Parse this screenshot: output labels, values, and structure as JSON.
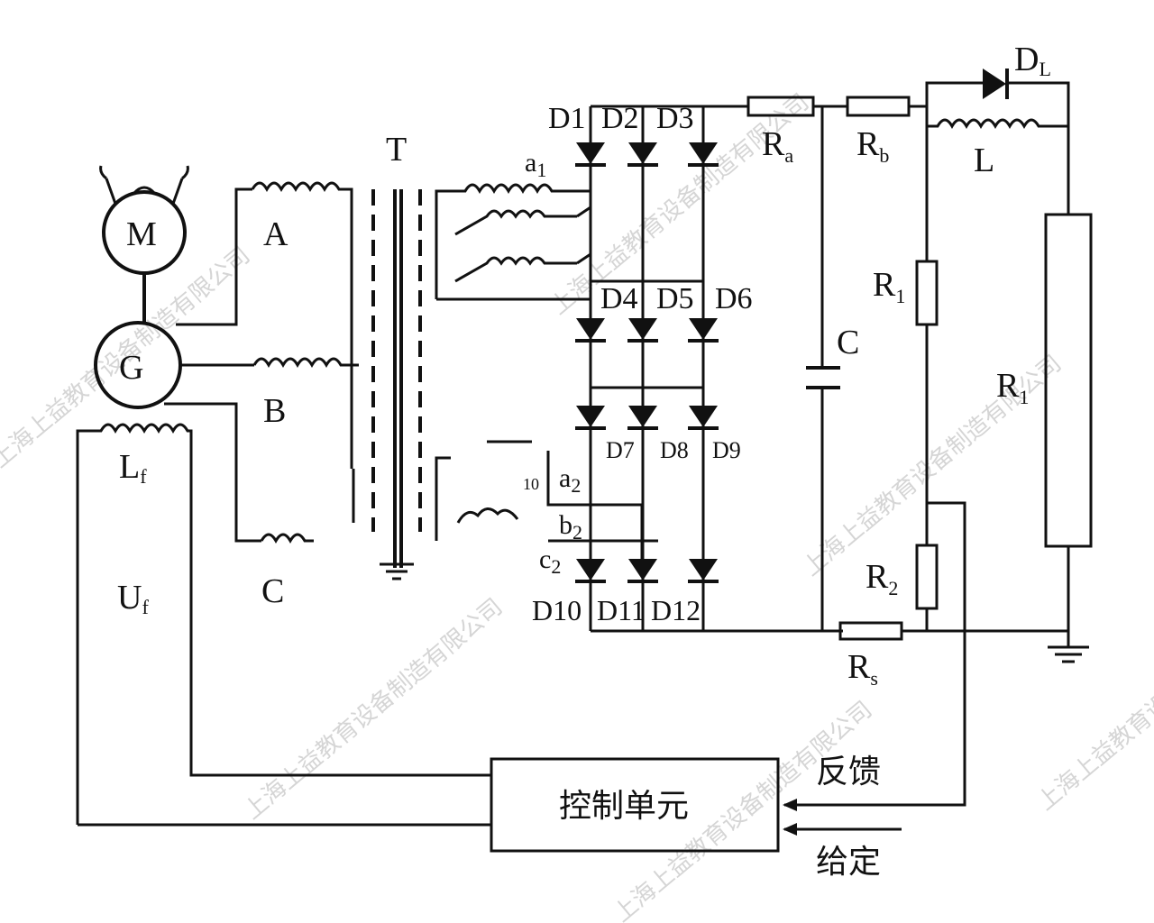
{
  "labels": {
    "motor": "M",
    "generator": "G",
    "winding_a": "A",
    "winding_b": "B",
    "winding_c": "C",
    "transformer": "T",
    "lf": "L",
    "lf_sub": "f",
    "uf": "U",
    "uf_sub": "f",
    "a1": "a",
    "a1_sub": "1",
    "a2": "a",
    "a2_sub": "2",
    "b2": "b",
    "b2_sub": "2",
    "c2": "c",
    "c2_sub": "2",
    "num10": "10",
    "d1": "D1",
    "d2": "D2",
    "d3": "D3",
    "d4": "D4",
    "d5": "D5",
    "d6": "D6",
    "d7": "D7",
    "d8": "D8",
    "d9": "D9",
    "d10": "D10",
    "d11": "D11",
    "d12": "D12",
    "ra": "R",
    "ra_sub": "a",
    "rb": "R",
    "rb_sub": "b",
    "dl": "D",
    "dl_sub": "L",
    "l": "L",
    "c": "C",
    "r1": "R",
    "r1_sub": "1",
    "r2": "R",
    "r2_sub": "2",
    "rs": "R",
    "rs_sub": "s",
    "rl": "R",
    "rl_sub": "1",
    "control_unit": "控制单元",
    "feedback": "反馈",
    "setpoint": "给定"
  },
  "watermark": "上海上益教育设备制造有限公司"
}
